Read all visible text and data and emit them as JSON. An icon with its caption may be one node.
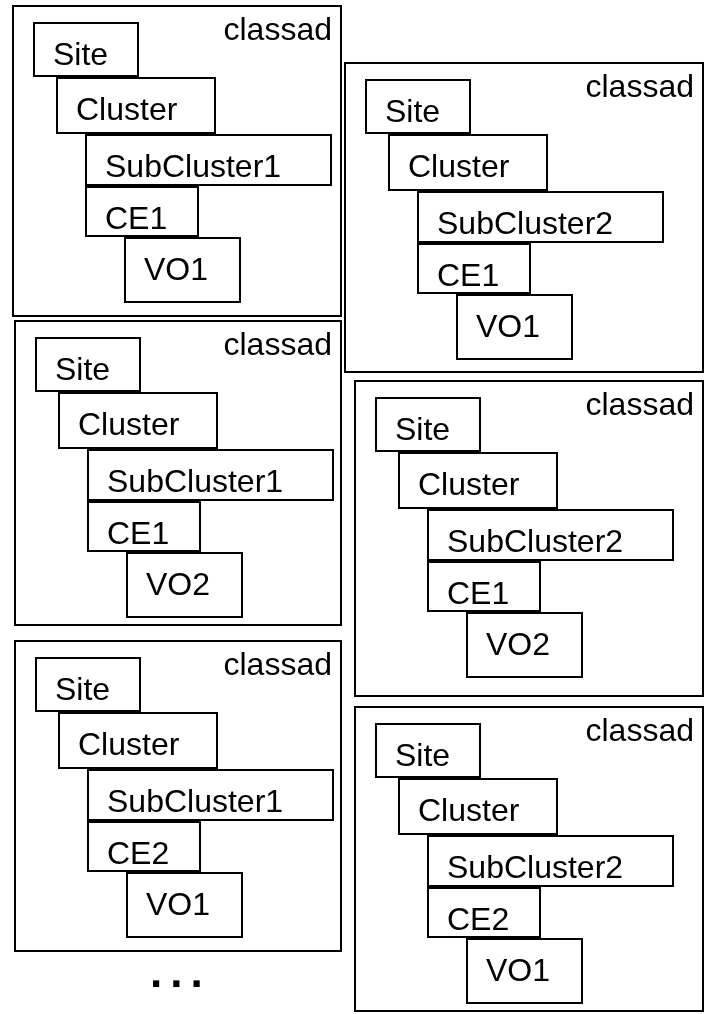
{
  "diagram": {
    "nodes": [
      {
        "text": [
          "classad"
        ]
      },
      {
        "text": [
          "Site"
        ],
        "in": 0
      },
      {
        "text": [
          "Cluster"
        ],
        "in": 0
      },
      {
        "text": [
          "SubCluster1"
        ],
        "in": 0
      },
      {
        "text": [
          "CE1"
        ],
        "in": 0
      },
      {
        "text": [
          "VO1"
        ],
        "in": 0
      },
      {
        "text": [
          "classad"
        ]
      },
      {
        "text": [
          "Site"
        ],
        "in": 6
      },
      {
        "text": [
          "Cluster"
        ],
        "in": 6
      },
      {
        "text": [
          "SubCluster2"
        ],
        "in": 6
      },
      {
        "text": [
          "CE1"
        ],
        "in": 6
      },
      {
        "text": [
          "VO1"
        ],
        "in": 6
      },
      {
        "text": [
          "classad"
        ]
      },
      {
        "text": [
          "Site"
        ],
        "in": 12
      },
      {
        "text": [
          "Cluster"
        ],
        "in": 12
      },
      {
        "text": [
          "SubCluster1"
        ],
        "in": 12
      },
      {
        "text": [
          "CE1"
        ],
        "in": 12
      },
      {
        "text": [
          "VO2"
        ],
        "in": 12
      },
      {
        "text": [
          "classad"
        ]
      },
      {
        "text": [
          "Site"
        ],
        "in": 18
      },
      {
        "text": [
          "Cluster"
        ],
        "in": 18
      },
      {
        "text": [
          "SubCluster2"
        ],
        "in": 18
      },
      {
        "text": [
          "CE1"
        ],
        "in": 18
      },
      {
        "text": [
          "VO2"
        ],
        "in": 18
      },
      {
        "text": [
          "classad"
        ]
      },
      {
        "text": [
          "Site"
        ],
        "in": 24
      },
      {
        "text": [
          "Cluster"
        ],
        "in": 24
      },
      {
        "text": [
          "SubCluster1"
        ],
        "in": 24
      },
      {
        "text": [
          "CE2"
        ],
        "in": 24
      },
      {
        "text": [
          "VO1"
        ],
        "in": 24
      },
      {
        "text": [
          "classad"
        ]
      },
      {
        "text": [
          "Site"
        ],
        "in": 30
      },
      {
        "text": [
          "Cluster"
        ],
        "in": 30
      },
      {
        "text": [
          "SubCluster2"
        ],
        "in": 30
      },
      {
        "text": [
          "CE2"
        ],
        "in": 30
      },
      {
        "text": [
          "VO1"
        ],
        "in": 30
      }
    ],
    "labels": [
      "..."
    ]
  }
}
